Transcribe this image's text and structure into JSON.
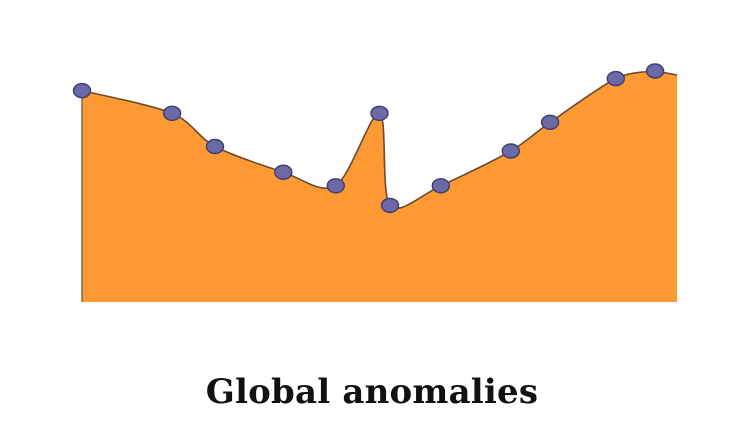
{
  "caption": "Global anomalies",
  "colors": {
    "area_fill": "#FF9933",
    "curve_stroke": "#6b4a2e",
    "marker_fill": "#6B6AA6",
    "marker_stroke": "#3C3C70"
  },
  "chart_data": {
    "type": "area",
    "x": [
      0,
      1.03,
      1.52,
      2.3,
      2.9,
      3.4,
      3.52,
      4.1,
      4.9,
      5.35,
      6.1,
      6.55
    ],
    "y": [
      0.95,
      0.8,
      0.58,
      0.41,
      0.32,
      0.8,
      0.19,
      0.32,
      0.55,
      0.74,
      1.03,
      1.08
    ],
    "title": "",
    "xlabel": "",
    "ylabel": "",
    "xlim": [
      0,
      6.8
    ],
    "ylim": [
      -0.45,
      1.1
    ],
    "grid": false,
    "legend": "none"
  }
}
